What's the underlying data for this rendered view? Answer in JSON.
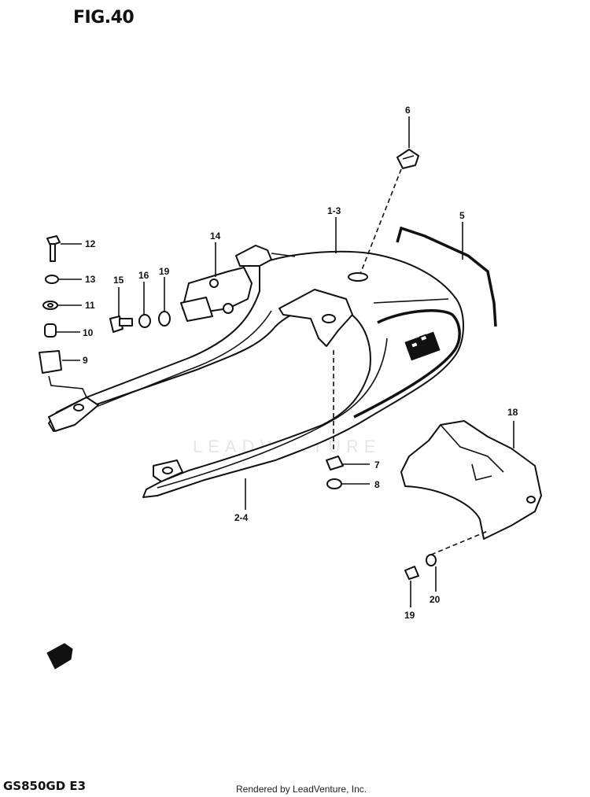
{
  "figure": {
    "title": "FIG.40",
    "model_code": "GS850GD E3",
    "credit": "Rendered by LeadVenture, Inc.",
    "watermark": "LEADVENTURE"
  },
  "callouts": {
    "c1_3": "1-3",
    "c2_4": "2-4",
    "c5": "5",
    "c6": "6",
    "c7": "7",
    "c8": "8",
    "c9": "9",
    "c10": "10",
    "c11": "11",
    "c12": "12",
    "c13": "13",
    "c14": "14",
    "c15": "15",
    "c16": "16",
    "c18": "18",
    "c19a": "19",
    "c19b": "19",
    "c20": "20"
  }
}
